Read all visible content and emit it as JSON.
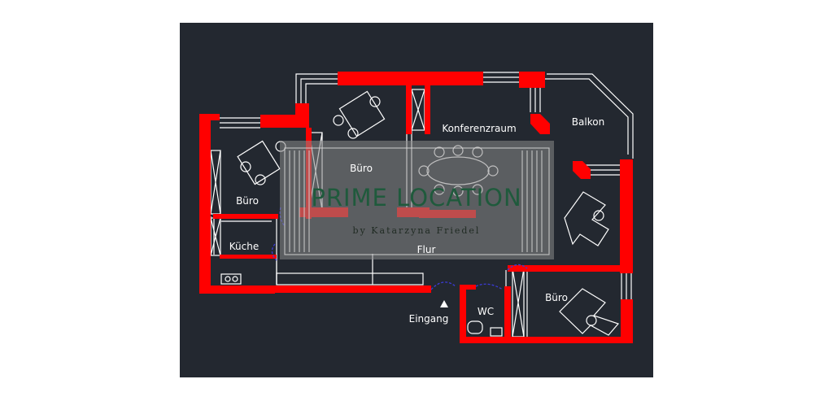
{
  "rooms": {
    "buero_top": "Büro",
    "buero_left": "Büro",
    "konferenzraum": "Konferenzraum",
    "balkon": "Balkon",
    "kueche": "Küche",
    "flur": "Flur",
    "wc": "WC",
    "buero_bottom": "Büro",
    "eingang": "Eingang"
  },
  "watermark": {
    "title": "PRIME LOCATION",
    "subtitle": "by Katarzyna Friedel"
  },
  "colors": {
    "background": "#232830",
    "wall": "#ff0000",
    "line": "#ffffff",
    "door": "#3b3bd6",
    "watermark_overlay": "#8a8a8a"
  }
}
